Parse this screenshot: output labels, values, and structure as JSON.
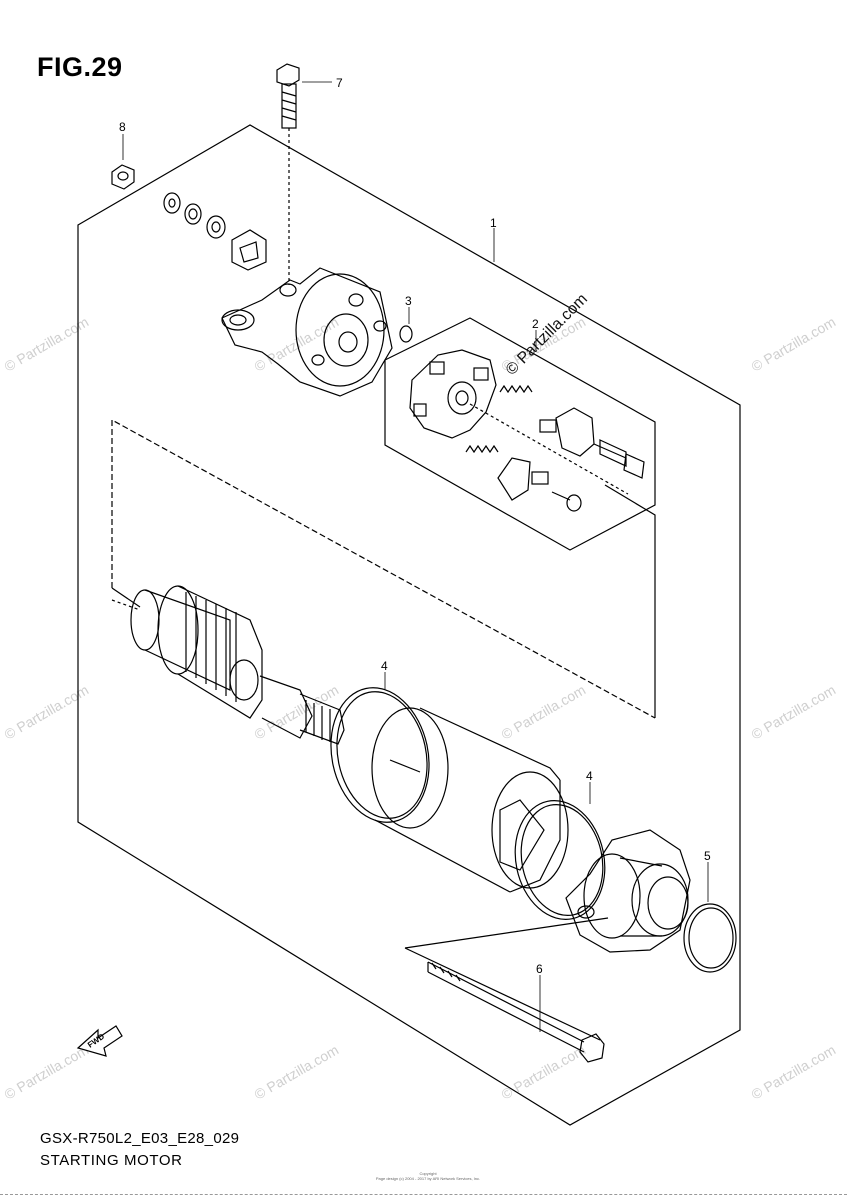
{
  "figure": {
    "title": "FIG.29",
    "model_code": "GSX-R750L2_E03_E28_029",
    "diagram_name": "STARTING MOTOR"
  },
  "callouts": [
    {
      "id": "1",
      "label": "1"
    },
    {
      "id": "2",
      "label": "2"
    },
    {
      "id": "3",
      "label": "3"
    },
    {
      "id": "4a",
      "label": "4"
    },
    {
      "id": "4b",
      "label": "4"
    },
    {
      "id": "5",
      "label": "5"
    },
    {
      "id": "6",
      "label": "6"
    },
    {
      "id": "7",
      "label": "7"
    },
    {
      "id": "8",
      "label": "8"
    }
  ],
  "direction_marker": {
    "label": "FWD"
  },
  "watermark": {
    "main": "© Partzilla.com",
    "repeat": "© Partzilla.com"
  },
  "copyright": {
    "line1": "Copyright",
    "line2": "Page design (c) 2004 - 2017 by ARI Network Services, Inc."
  },
  "colors": {
    "line": "#000000",
    "watermark": "#cfcfcf",
    "background": "#ffffff"
  }
}
